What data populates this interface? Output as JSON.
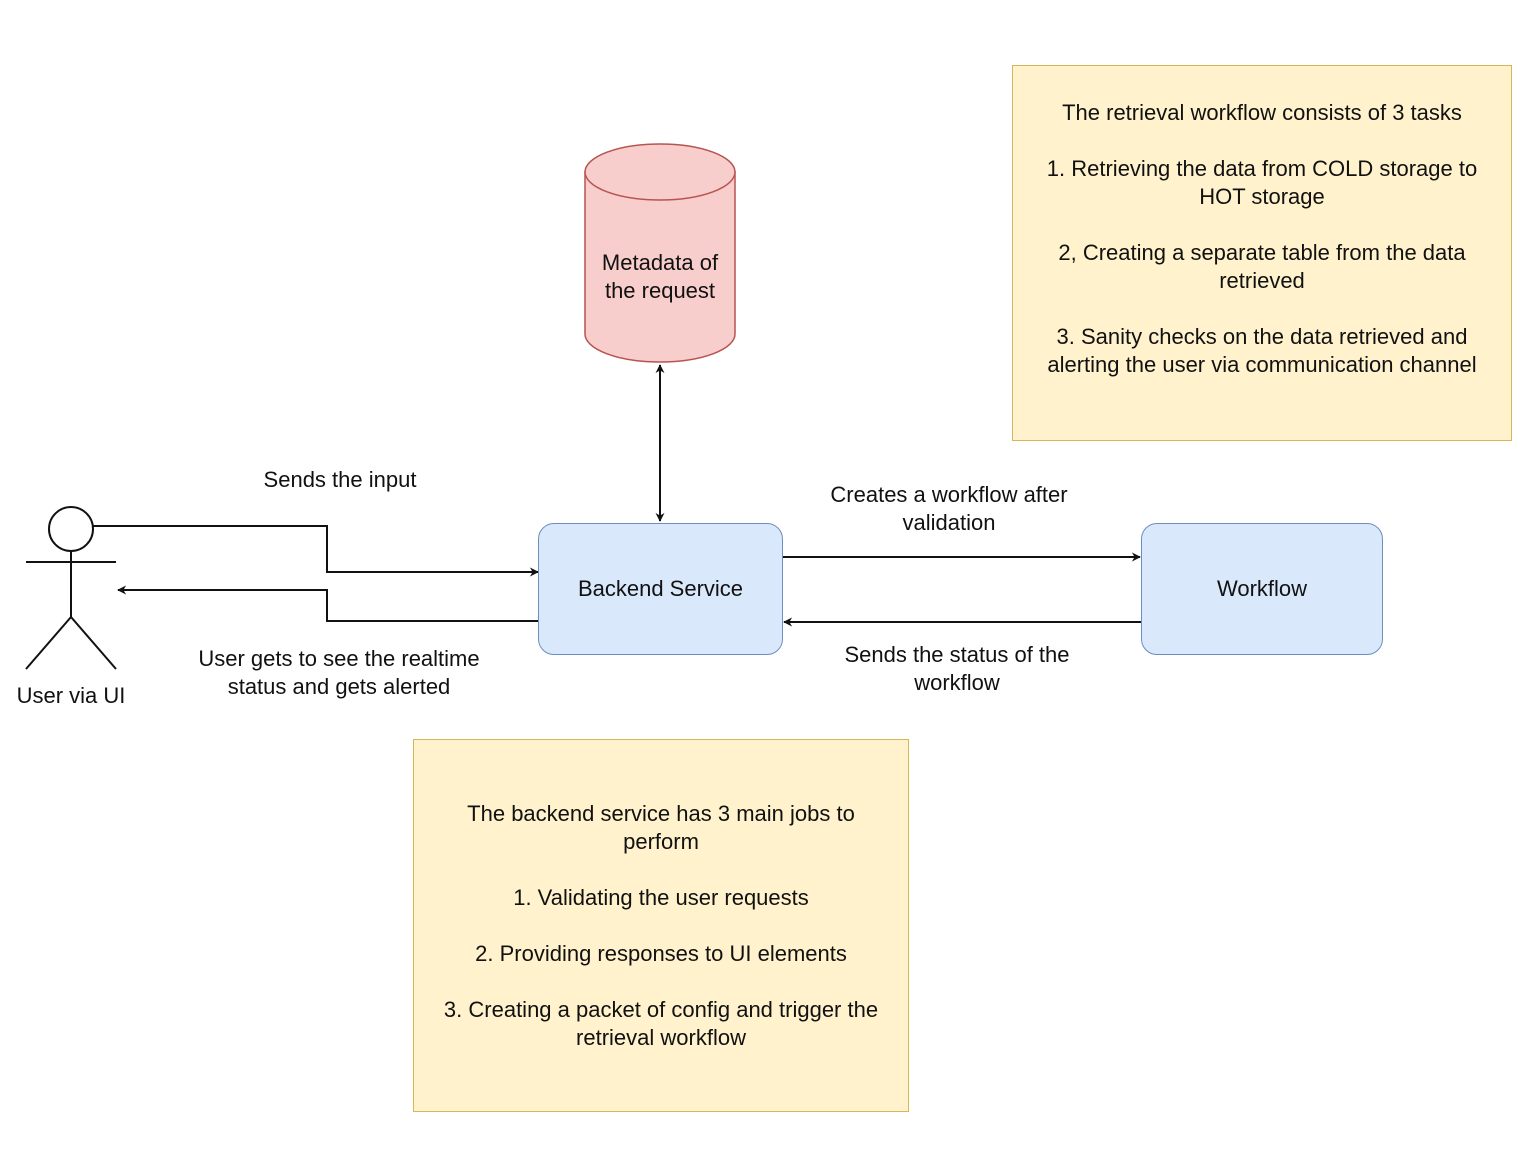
{
  "colors": {
    "node_fill": "#dae8fc",
    "node_stroke": "#6c8ebf",
    "db_fill": "#f8cecc",
    "db_stroke": "#b85450",
    "note_fill": "#fff2cc",
    "note_stroke": "#d6b656",
    "line": "#111111"
  },
  "actor": {
    "label": "User via UI"
  },
  "database": {
    "label_line1": "Metadata of",
    "label_line2": "the request"
  },
  "backend": {
    "label": "Backend Service"
  },
  "workflow": {
    "label": "Workflow"
  },
  "edges": {
    "sends_input": "Sends the input",
    "user_sees_line1": "User gets to see the realtime",
    "user_sees_line2": "status and gets alerted",
    "creates_line1": "Creates a workflow after",
    "creates_line2": "validation",
    "status_line1": "Sends the status of the",
    "status_line2": "workflow"
  },
  "workflow_note": {
    "title": "The retrieval workflow consists of 3 tasks",
    "item1_line1": "1. Retrieving the data from COLD storage to",
    "item1_line2": "HOT storage",
    "item2_line1": "2, Creating a separate table from the data",
    "item2_line2": "retrieved",
    "item3_line1": "3. Sanity checks on the data retrieved and",
    "item3_line2": "alerting the user via communication channel"
  },
  "backend_note": {
    "title_line1": "The backend service has 3 main jobs to",
    "title_line2": "perform",
    "item1": "1. Validating the user requests",
    "item2": "2. Providing responses to UI elements",
    "item3_line1": "3. Creating a packet of config and trigger the",
    "item3_line2": "retrieval workflow"
  }
}
